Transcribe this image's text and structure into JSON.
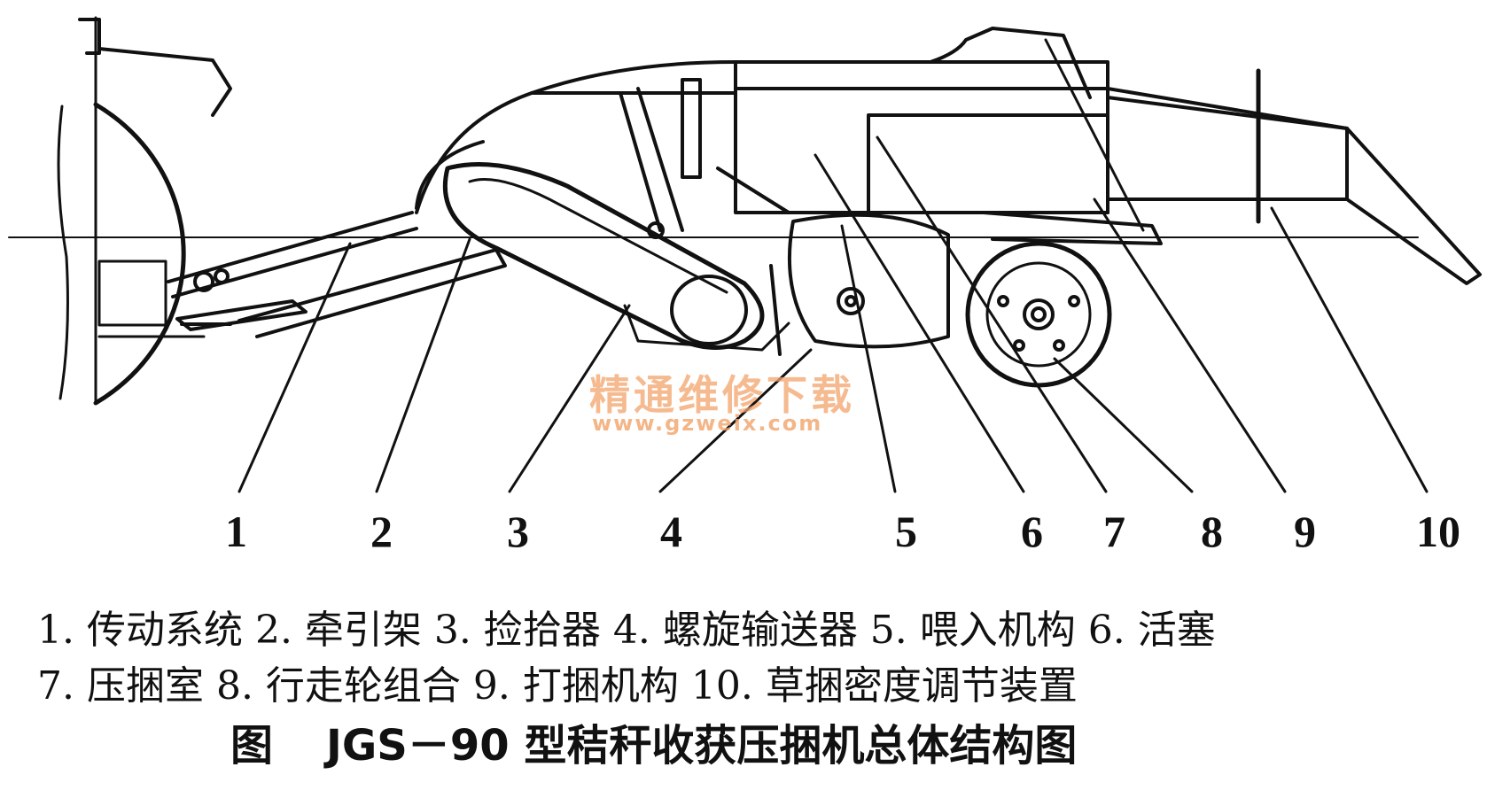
{
  "diagram": {
    "callout_numbers": [
      "1",
      "2",
      "3",
      "4",
      "5",
      "6",
      "7",
      "8",
      "9",
      "10"
    ],
    "watermark": {
      "text_cn": "精通维修下载",
      "url": "www.gzweix.com"
    }
  },
  "caption": {
    "line1": "1. 传动系统 2. 牵引架 3. 捡拾器 4. 螺旋输送器 5. 喂入机构 6. 活塞",
    "line2": "7. 压捆室 8. 行走轮组合 9. 打捆机构 10. 草捆密度调节装置",
    "title_prefix": "图",
    "title": "JGS－90 型秸秆收获压捆机总体结构图"
  }
}
